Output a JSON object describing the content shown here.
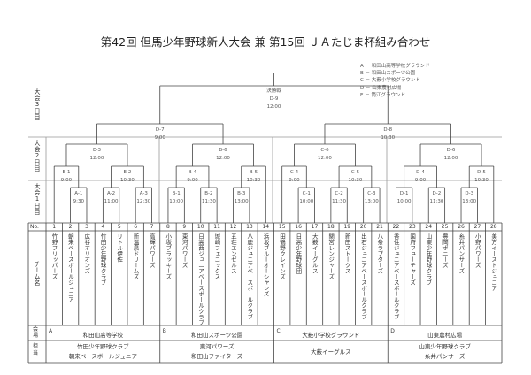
{
  "title": "第42回 但馬少年野球新人大会 兼 第15回 ＪＡたじま杯組み合わせ",
  "legend": [
    "A － 和田山高等学校グラウンド",
    "B － 和田山スポーツ公園",
    "C － 大薮小学校グラウンド",
    "D － 山東農村広場",
    "E － 筒江グラウンド"
  ],
  "day_labels": [
    "大会3日目",
    "大会2日目",
    "大会1日目"
  ],
  "row_labels": {
    "no": "No.",
    "team": "チーム名",
    "venue": "会場",
    "staff": "担当"
  },
  "final_label": "決勝戦",
  "teams": [
    "竹野フリッパーズ",
    "朝来ベースボールジュニア",
    "広谷オリオンズ",
    "竹田少年野球クラブ",
    "リトル伊佐",
    "新温泉ドリームズ",
    "高輝パワーズ",
    "小坂ブラッキーズ",
    "東河パワーズ",
    "日高西ジュニアベースボールクラブ",
    "城崎フェニックス",
    "五荘エンゼルス",
    "八鹿ジュニアベースボールクラブ",
    "浜坂ブルーオーシャンズ",
    "田鶴野クレインズ",
    "日高少年野球団",
    "大薮イーグルス",
    "関宮レンジャーズ",
    "新田ストークス",
    "出石ジュニアベースボールクラブ",
    "八条ラプターズ",
    "香住ジュニアベースボールクラブ",
    "国府フューチャーズ",
    "山東少年野球クラブ",
    "豊岡ポニーズ",
    "糸井パンサーズ",
    "小野パワーズ",
    "美方イーストジュニア"
  ],
  "matches": [
    {
      "id": "A-1",
      "time": "9:30",
      "round": 1,
      "children": [
        2,
        3
      ]
    },
    {
      "id": "A-2",
      "time": "11:00",
      "round": 1,
      "children": [
        4,
        5
      ]
    },
    {
      "id": "A-3",
      "time": "12:30",
      "round": 1,
      "children": [
        6,
        7
      ]
    },
    {
      "id": "B-1",
      "time": "10:00",
      "round": 1,
      "children": [
        8,
        9
      ]
    },
    {
      "id": "B-2",
      "time": "11:30",
      "round": 1,
      "children": [
        10,
        11
      ]
    },
    {
      "id": "B-3",
      "time": "13:00",
      "round": 1,
      "children": [
        12,
        13
      ]
    },
    {
      "id": "C-1",
      "time": "10:00",
      "round": 1,
      "children": [
        16,
        17
      ]
    },
    {
      "id": "C-2",
      "time": "11:30",
      "round": 1,
      "children": [
        18,
        19
      ]
    },
    {
      "id": "C-3",
      "time": "13:00",
      "round": 1,
      "children": [
        20,
        21
      ]
    },
    {
      "id": "D-1",
      "time": "10:00",
      "round": 1,
      "children": [
        22,
        23
      ]
    },
    {
      "id": "D-2",
      "time": "11:30",
      "round": 1,
      "children": [
        24,
        25
      ]
    },
    {
      "id": "D-3",
      "time": "13:00",
      "round": 1,
      "children": [
        26,
        27
      ]
    },
    {
      "id": "E-1",
      "time": "9:00",
      "round": 2,
      "children": [
        1,
        "A-1"
      ]
    },
    {
      "id": "E-2",
      "time": "10:30",
      "round": 2,
      "children": [
        "A-2",
        "A-3"
      ]
    },
    {
      "id": "B-4",
      "time": "9:00",
      "round": 2,
      "children": [
        "B-1",
        "B-2"
      ]
    },
    {
      "id": "B-5",
      "time": "10:30",
      "round": 2,
      "children": [
        "B-3",
        14
      ]
    },
    {
      "id": "C-4",
      "time": "9:00",
      "round": 2,
      "children": [
        15,
        "C-1"
      ]
    },
    {
      "id": "C-5",
      "time": "10:30",
      "round": 2,
      "children": [
        "C-2",
        "C-3"
      ]
    },
    {
      "id": "D-4",
      "time": "9:00",
      "round": 2,
      "children": [
        "D-1",
        "D-2"
      ]
    },
    {
      "id": "D-5",
      "time": "10:30",
      "round": 2,
      "children": [
        "D-3",
        28
      ]
    },
    {
      "id": "E-3",
      "time": "12:00",
      "round": 3,
      "children": [
        "E-1",
        "E-2"
      ]
    },
    {
      "id": "B-6",
      "time": "12:00",
      "round": 3,
      "children": [
        "B-4",
        "B-5"
      ]
    },
    {
      "id": "C-6",
      "time": "12:00",
      "round": 3,
      "children": [
        "C-4",
        "C-5"
      ]
    },
    {
      "id": "D-6",
      "time": "12:00",
      "round": 3,
      "children": [
        "D-4",
        "D-5"
      ]
    },
    {
      "id": "D-7",
      "time": "9:00",
      "round": 4,
      "children": [
        "E-3",
        "B-6"
      ]
    },
    {
      "id": "D-8",
      "time": "10:30",
      "round": 4,
      "children": [
        "C-6",
        "D-6"
      ]
    },
    {
      "id": "D-9",
      "time": "12:00",
      "round": 5,
      "children": [
        "D-7",
        "D-8"
      ]
    }
  ],
  "venues": [
    {
      "code": "A",
      "name": "和田山高等学校",
      "staff": [
        "竹田少年野球クラブ",
        "朝来ベースボールジュニア"
      ]
    },
    {
      "code": "B",
      "name": "和田山スポーツ公園",
      "staff": [
        "東河パワーズ",
        "和田山ファイターズ"
      ]
    },
    {
      "code": "C",
      "name": "大薮小学校グラウンド",
      "staff": [
        "大薮イーグルス"
      ]
    },
    {
      "code": "D",
      "name": "山東農村広場",
      "staff": [
        "山東少年野球クラブ",
        "糸井パンサーズ"
      ]
    }
  ]
}
